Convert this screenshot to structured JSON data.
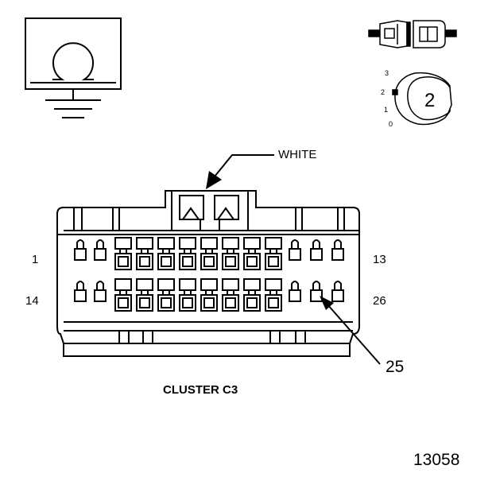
{
  "wire_color_label": "WHITE",
  "pin_labels": {
    "top_left": "1",
    "top_right": "13",
    "bottom_left": "14",
    "bottom_right": "26"
  },
  "callout_pin": "25",
  "connector_name": "CLUSTER C3",
  "figure_number": "13058",
  "terminal_size_scale": [
    "3",
    "2",
    "1",
    "0"
  ],
  "terminal_size": "2",
  "icons": [
    "ground-symbol-icon",
    "connector-side-view-icon",
    "terminal-size-gauge-icon"
  ]
}
